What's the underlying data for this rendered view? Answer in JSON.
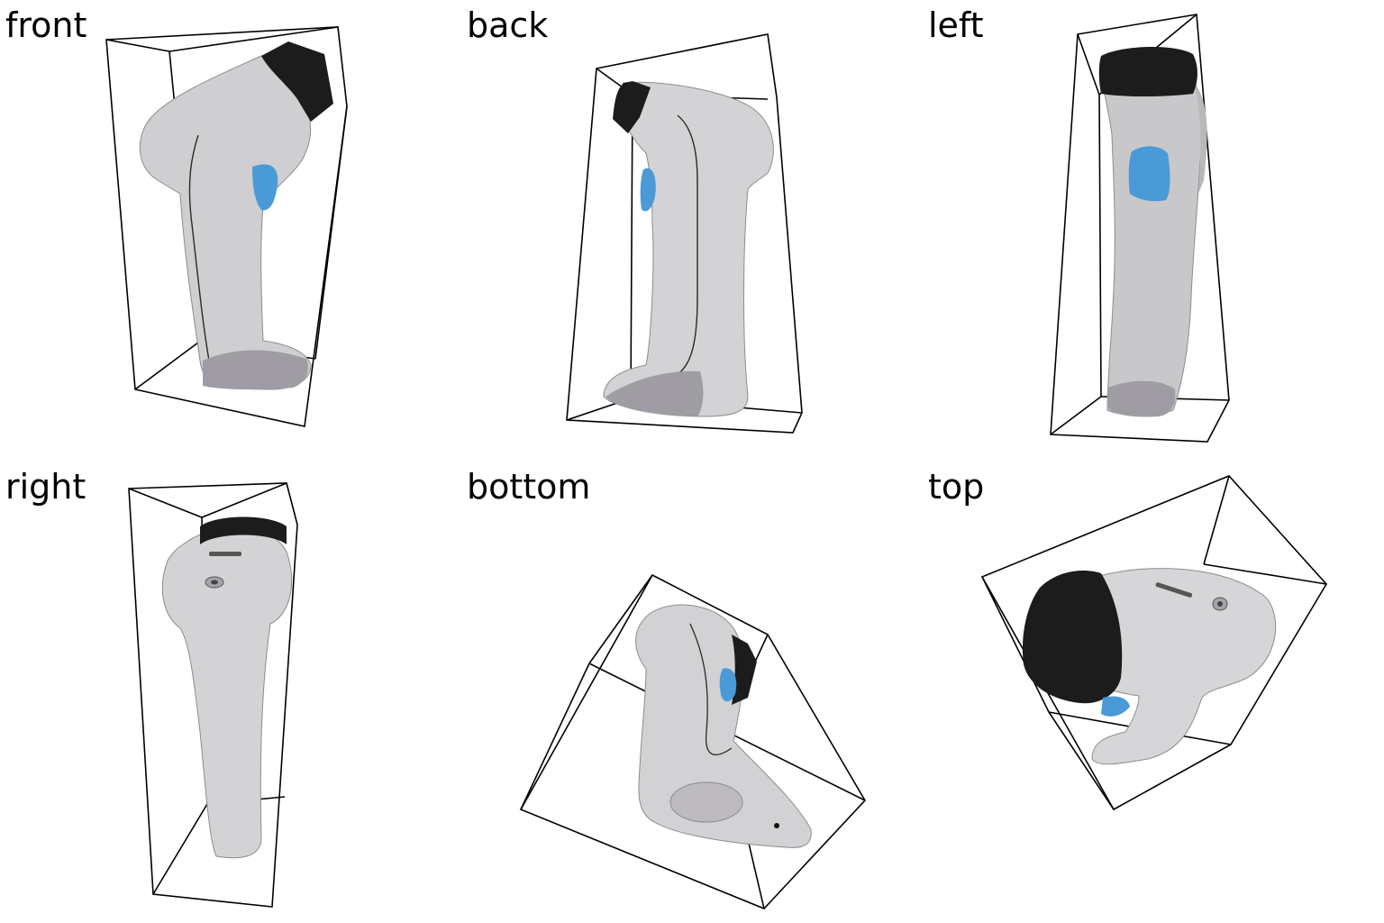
{
  "views": [
    {
      "label": "front"
    },
    {
      "label": "back"
    },
    {
      "label": "left"
    },
    {
      "label": "right"
    },
    {
      "label": "bottom"
    },
    {
      "label": "top"
    }
  ],
  "colors": {
    "body": "#c9c8ca",
    "body_light": "#e4e3e5",
    "body_shadow": "#9f9da3",
    "cap": "#1c1c1d",
    "trigger": "#4a9ad8",
    "trigger_light": "#79b8ea",
    "outline": "#000000"
  },
  "icons": [
    "bounding-box-wireframe",
    "barcode-scanner-model"
  ]
}
